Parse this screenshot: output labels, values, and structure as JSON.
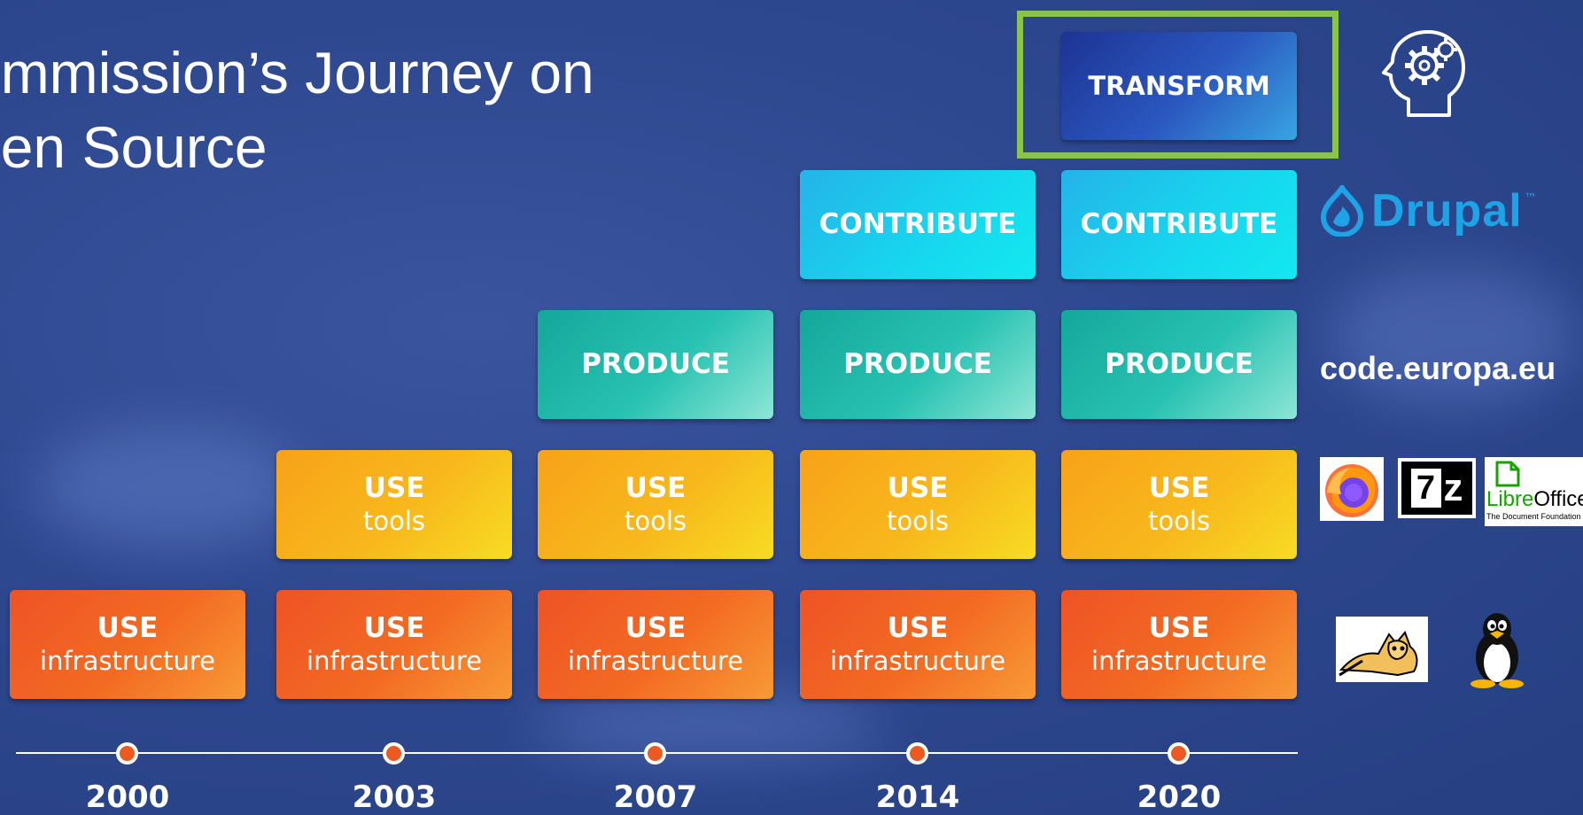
{
  "title": {
    "line1": "ommission’s Journey on",
    "line2": "pen Source"
  },
  "timeline": {
    "years": [
      "2000",
      "2003",
      "2007",
      "2014",
      "2020"
    ],
    "dot_color": "#ed5a21"
  },
  "stages": {
    "infrastructure": {
      "line1": "USE",
      "line2": "infrastructure",
      "color": "#f36b22"
    },
    "tools": {
      "line1": "USE",
      "line2": "tools",
      "color": "#f8b81c"
    },
    "produce": {
      "label": "PRODUCE",
      "color": "#28c2b2"
    },
    "contribute": {
      "label": "CONTRIBUTE",
      "color": "#17d5ee"
    },
    "transform": {
      "label": "TRANSFORM",
      "color": "#2b58bf"
    }
  },
  "highlight_color": "#8cc34a",
  "side_logos": {
    "drupal": "Drupal",
    "drupal_tm": "™",
    "code_label": "code.europa.eu",
    "libreoffice_part1": "Libre",
    "libreoffice_part2": "Office",
    "libreoffice_sub": "The Document Foundation",
    "sevenzip_seven": "7",
    "sevenzip_z": "z",
    "icons": [
      "brain-gear-icon",
      "drupal-logo-icon",
      "firefox-logo-icon",
      "sevenzip-logo-icon",
      "libreoffice-logo-icon",
      "tomcat-logo-icon",
      "linux-tux-icon"
    ]
  }
}
